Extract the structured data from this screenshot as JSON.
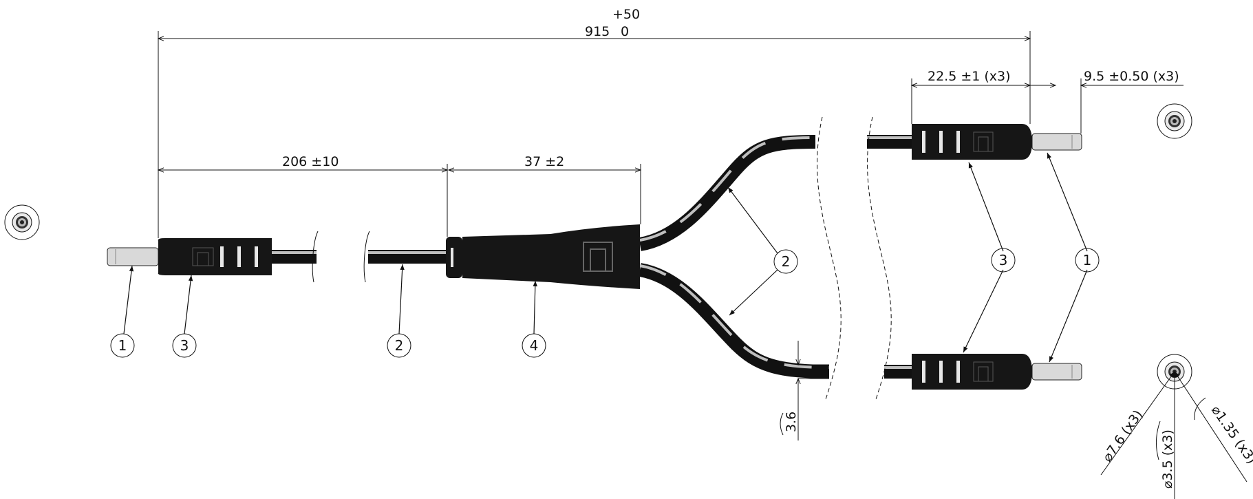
{
  "dimensions": {
    "overall_tol_upper": "+50",
    "overall_length": "915",
    "overall_tol_lower": "0",
    "plug_to_split": "206 ±10",
    "splitter_length": "37 ±2",
    "boot_length": "22.5 ±1 (x3)",
    "pin_length": "9.5 ±0.50 (x3)",
    "cable_diameter": "3.6",
    "outer_diameter": "⌀7.6 (x3)",
    "barrel_diameter": "⌀3.5 (x3)",
    "pin_diameter": "⌀1.35 (x3)"
  },
  "callouts": {
    "plug_pin": "1",
    "cable": "2",
    "plug_boot": "3",
    "splitter": "4"
  }
}
